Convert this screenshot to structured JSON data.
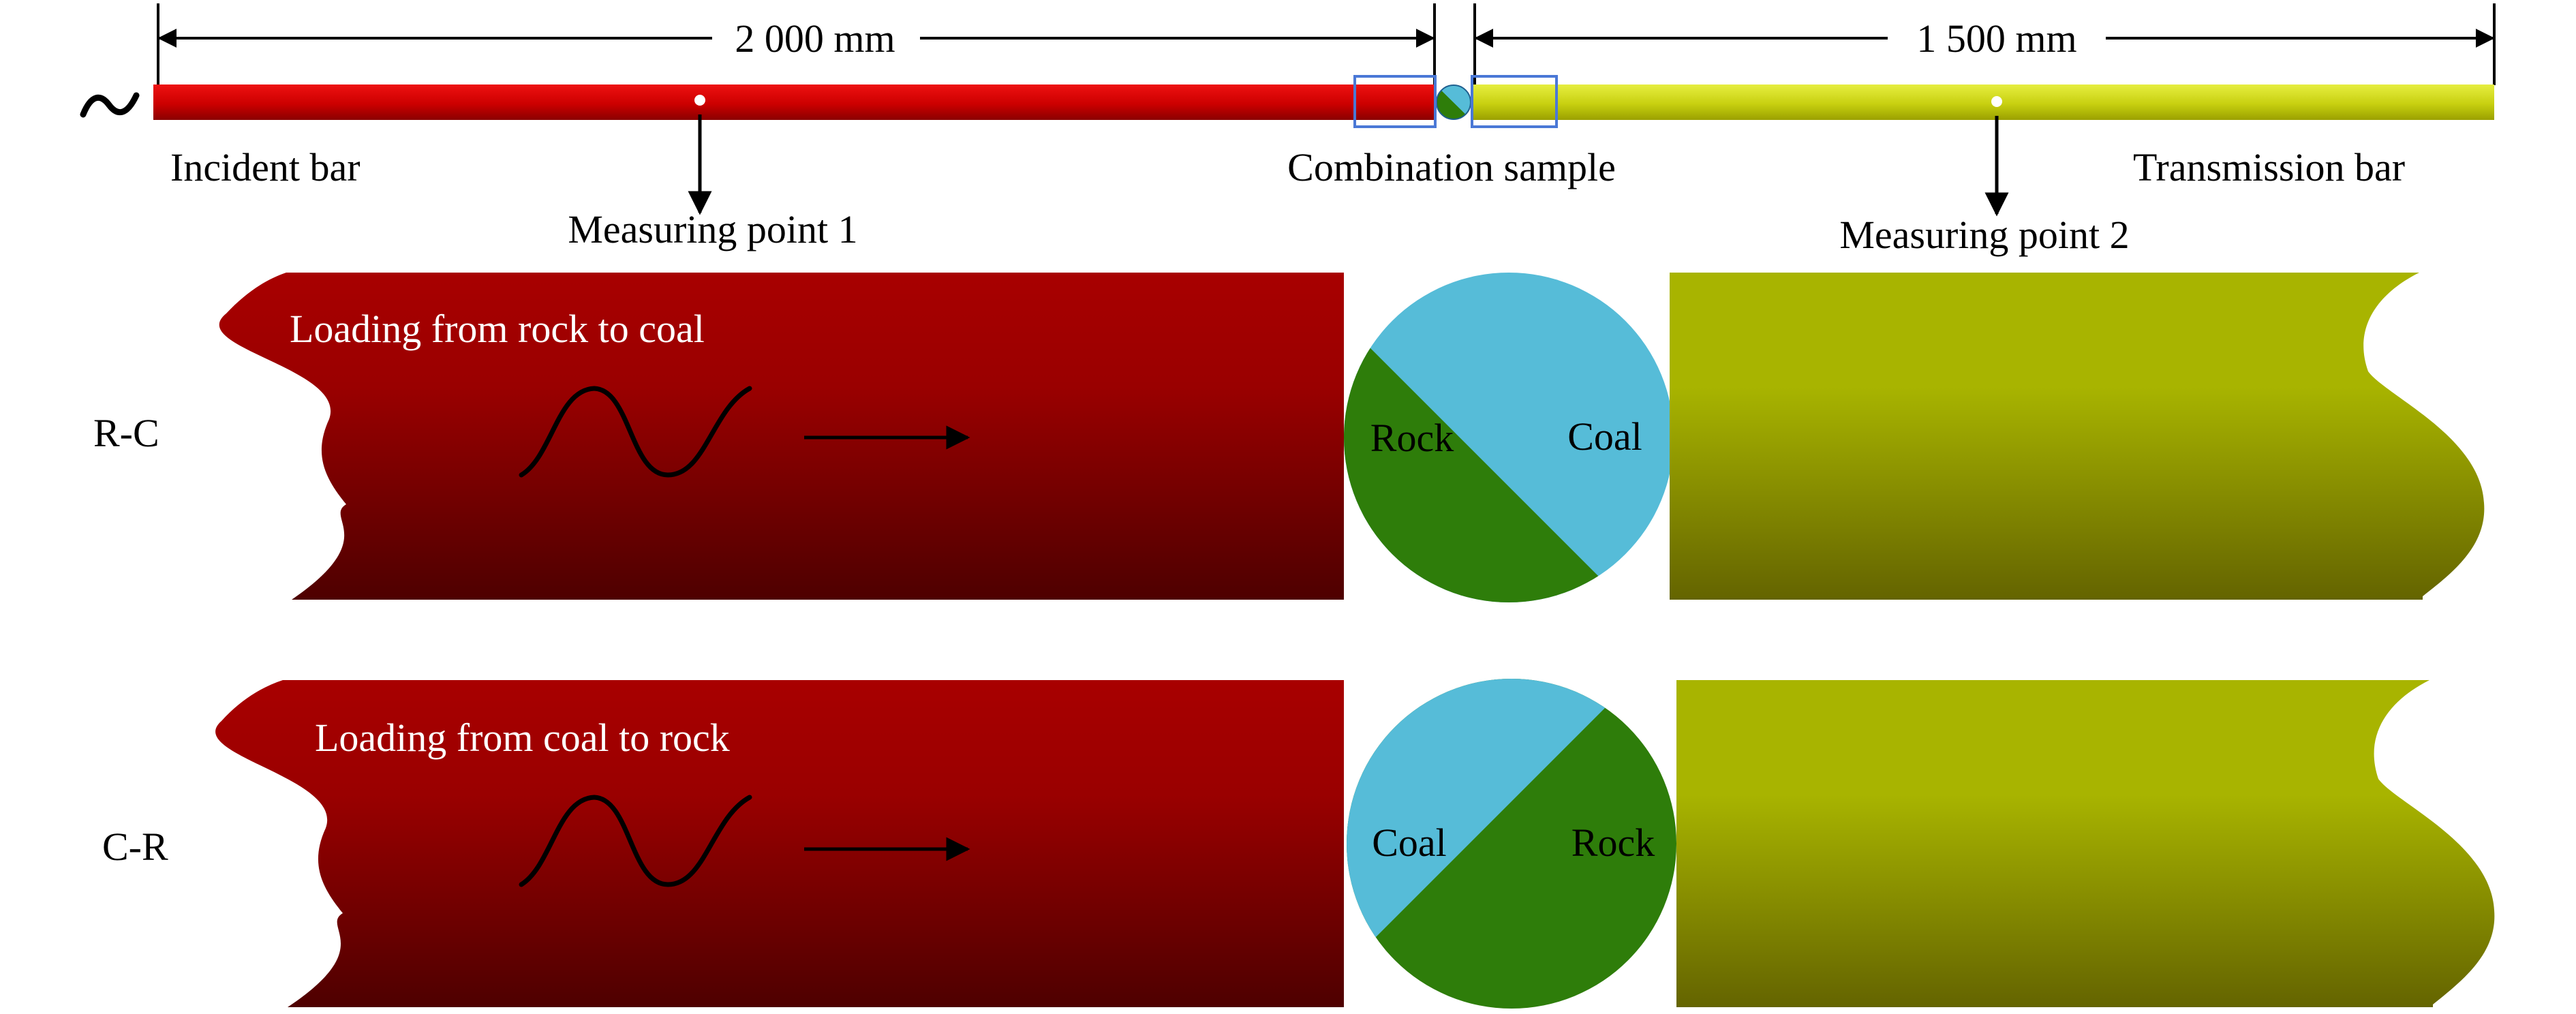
{
  "top": {
    "dimension_incident": "2 000 mm",
    "dimension_transmission": "1 500 mm",
    "incident_bar_label": "Incident bar",
    "transmission_bar_label": "Transmission bar",
    "sample_label": "Combination sample",
    "measuring_point_1": "Measuring point 1",
    "measuring_point_2": "Measuring point 2",
    "wave_glyph": "~"
  },
  "rows": [
    {
      "id": "rc",
      "label": "R-C",
      "loading_text": "Loading from rock to coal",
      "left_material": "Rock",
      "right_material": "Coal"
    },
    {
      "id": "cr",
      "label": "C-R",
      "loading_text": "Loading from coal to rock",
      "left_material": "Coal",
      "right_material": "Rock"
    }
  ],
  "colors": {
    "incident_bar": "#c00000",
    "incident_bar_dark": "#500000",
    "transmission_bar": "#b8c400",
    "transmission_bar_dark": "#646400",
    "rock": "#2e7d0a",
    "coal": "#56bcd8",
    "zoom_box": "#4a78d6"
  }
}
